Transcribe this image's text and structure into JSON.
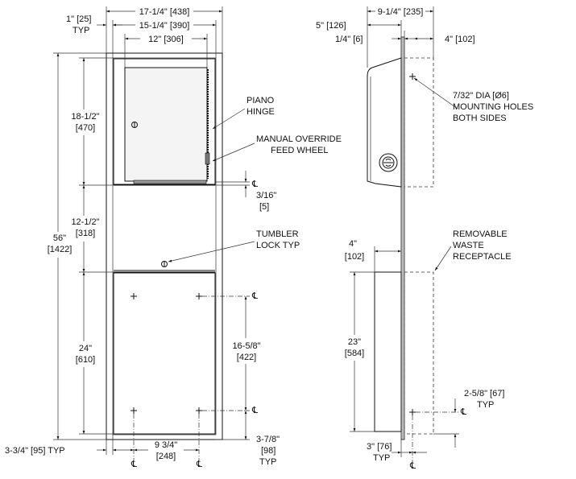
{
  "front_view": {
    "width_overall": "17-1/4\" [438]",
    "flange_typ": [
      "1\" [25]",
      "TYP"
    ],
    "width_mid": "15-1/4\" [390]",
    "width_door": "12\" [306]",
    "height_top": [
      "18-1/2\"",
      "[470]"
    ],
    "height_overall": [
      "56\"",
      "[1422]"
    ],
    "height_mid": [
      "12-1/2\"",
      "[318]"
    ],
    "height_bottom": [
      "24\"",
      "[610]"
    ],
    "gap": [
      "3/16\"",
      "[5]"
    ],
    "hole_vertical": [
      "16-5/8\"",
      "[422]"
    ],
    "hole_bottom": [
      "3-7/8\"",
      "[98]",
      "TYP"
    ],
    "hole_horizontal": [
      "9 3/4\"",
      "[248]"
    ],
    "side_inset": "3-3/4\" [95] TYP",
    "centerline": "℄"
  },
  "callouts": {
    "piano_hinge": [
      "PIANO",
      "HINGE"
    ],
    "override": [
      "MANUAL OVERRIDE",
      "FEED WHEEL"
    ],
    "tumbler": [
      "TUMBLER",
      "LOCK TYP"
    ],
    "mounting": [
      "7/32\" DIA [Ø6]",
      "MOUNTING HOLES",
      "BOTH SIDES"
    ],
    "waste": [
      "REMOVABLE",
      "WASTE",
      "RECEPTACLE"
    ]
  },
  "side_view": {
    "depth_overall": "9-1/4\" [235]",
    "depth_top": "5\" [126]",
    "flange": "1/4\" [6]",
    "recess": "4\" [102]",
    "recess_low": [
      "4\"",
      "[102]"
    ],
    "waste_height": [
      "23\"",
      "[584]"
    ],
    "hole_edge": [
      "2-5/8\" [67]",
      "TYP"
    ],
    "bottom_offset": [
      "3\" [76]",
      "TYP"
    ]
  }
}
